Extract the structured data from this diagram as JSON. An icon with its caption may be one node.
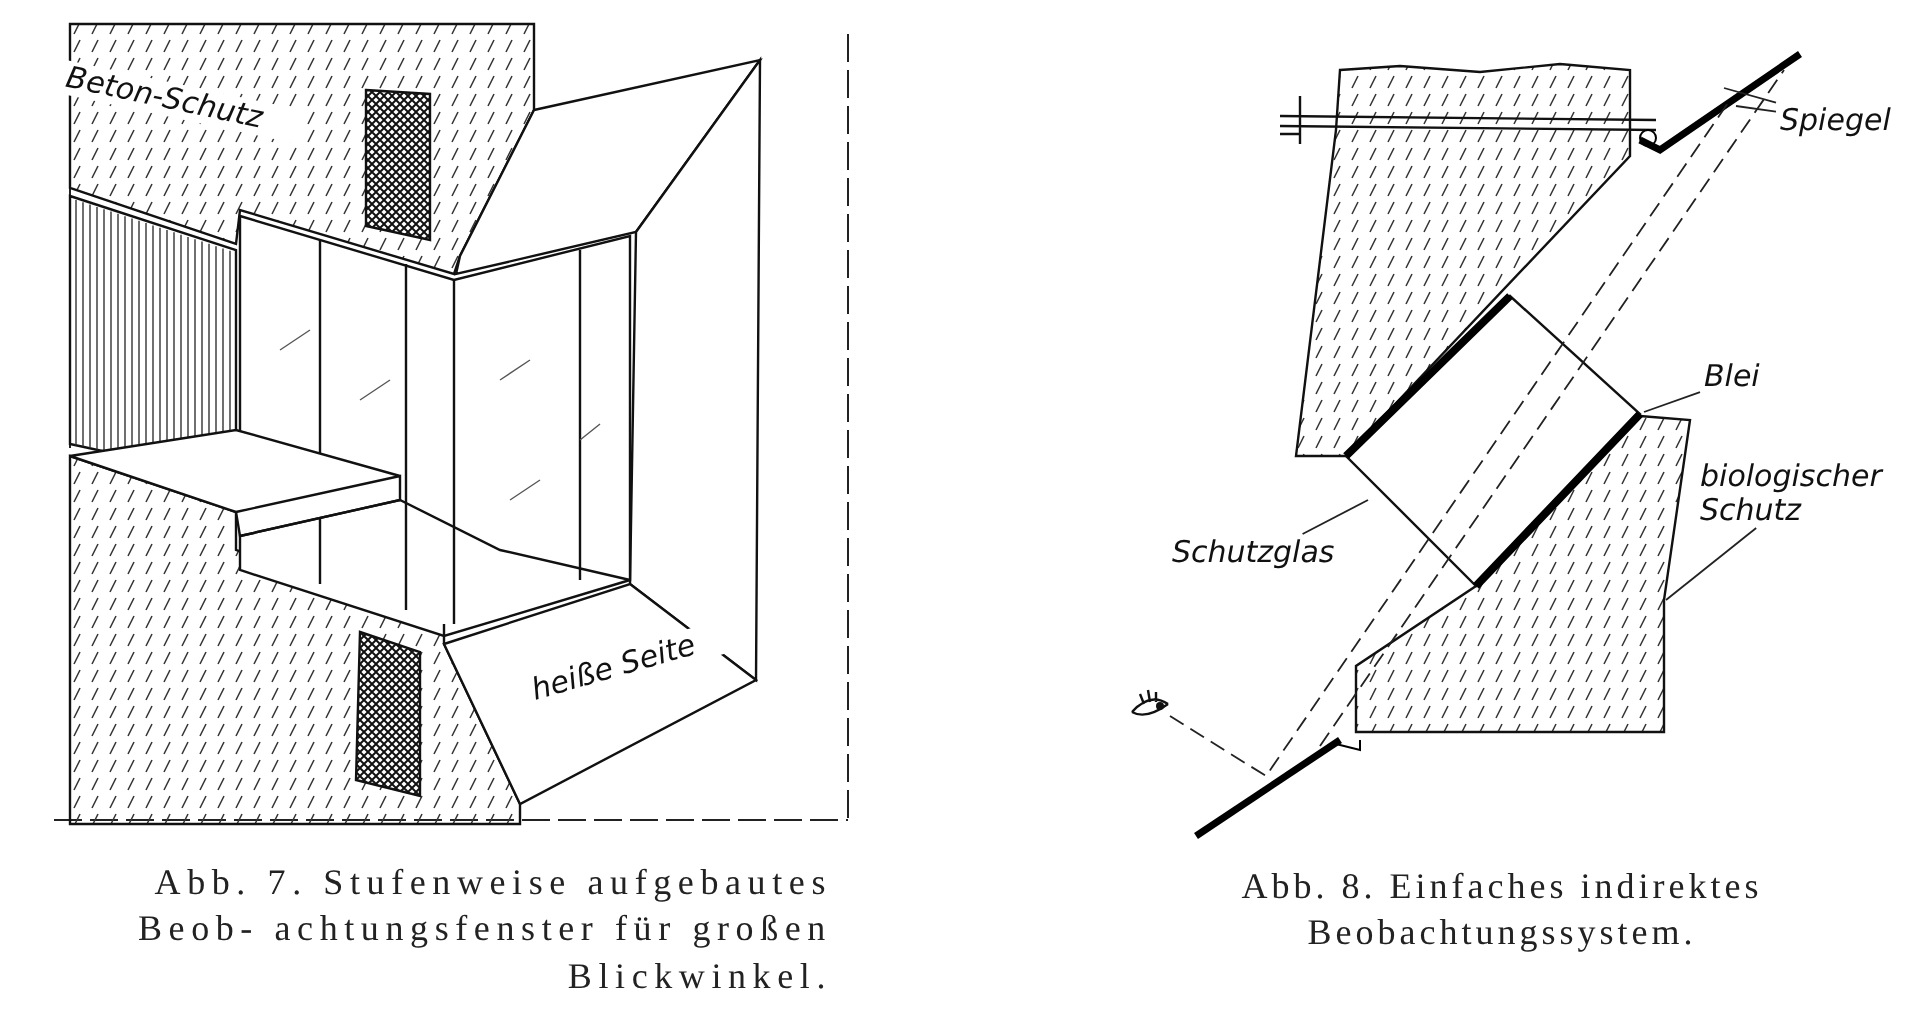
{
  "diagram": {
    "nodes": [
      {
        "text": [
          "Spiegel"
        ]
      },
      {
        "text": [
          "Blei"
        ]
      },
      {
        "text": [
          "biologischer Schutz"
        ]
      },
      {
        "text": [
          "Schutzglas"
        ]
      }
    ],
    "edges": [
      {
        "from": 0,
        "to": null,
        "arrow": "none"
      },
      {
        "from": 0,
        "to": null,
        "arrow": "none"
      },
      {
        "from": 1,
        "to": null,
        "arrow": "none"
      },
      {
        "from": 2,
        "to": null,
        "arrow": "none"
      },
      {
        "from": 3,
        "to": null,
        "arrow": "none"
      }
    ],
    "labels": [
      "Beton-Schutz",
      "heiße Seite",
      "Abb. 7. Stufenweise aufgebautes Beob- achtungsfenster für großen Blickwinkel.",
      "Abb. 8. Einfaches indirektes Beobachtungssystem."
    ]
  }
}
